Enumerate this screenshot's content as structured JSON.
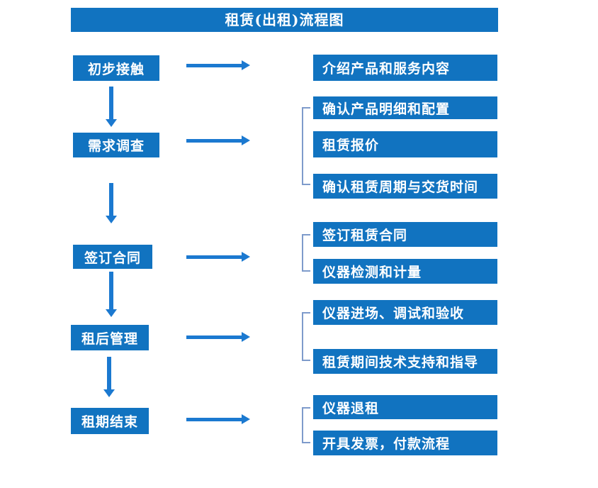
{
  "title": "租赁(出租)流程图",
  "colors": {
    "box_blue": "#1173c0",
    "arrow_blue": "#1b79d0",
    "bracket_blue": "#7e9bcb",
    "text_white": "#ffffff"
  },
  "steps": [
    {
      "label": "初步接触",
      "outputs": [
        "介绍产品和服务内容"
      ]
    },
    {
      "label": "需求调查",
      "outputs": [
        "确认产品明细和配置",
        "租赁报价",
        "确认租赁周期与交货时间"
      ]
    },
    {
      "label": "签订合同",
      "outputs": [
        "签订租赁合同",
        "仪器检测和计量"
      ]
    },
    {
      "label": "租后管理",
      "outputs": [
        "仪器进场、调试和验收",
        "租赁期间技术支持和指导"
      ]
    },
    {
      "label": "租期结束",
      "outputs": [
        "仪器退租",
        "开具发票，付款流程"
      ]
    }
  ]
}
